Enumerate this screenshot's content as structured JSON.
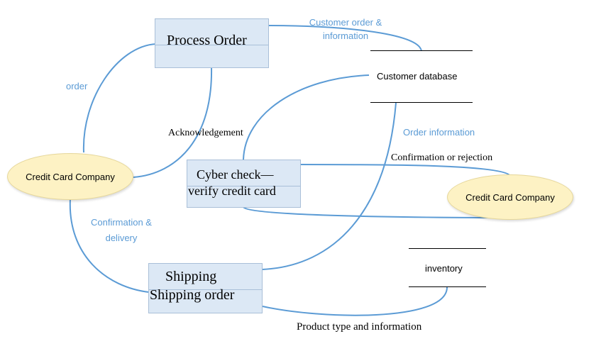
{
  "colors": {
    "process_fill": "#dce8f5",
    "process_border": "#a9bfd8",
    "entity_fill": "#fdf2c4",
    "connector": "#5b9bd5",
    "blue_label": "#5b9bd5"
  },
  "processes": {
    "process_order": "Process Order",
    "cyber_check_line1": "Cyber check—",
    "cyber_check_line2": "verify credit card",
    "shipping_line1": "Shipping",
    "shipping_line2": "Shipping order"
  },
  "entities": {
    "left": "Credit Card Company",
    "right": "Credit Card Company"
  },
  "stores": {
    "customer_database": "Customer database",
    "inventory": "inventory"
  },
  "flows": {
    "customer_order_info_line1": "Customer order &",
    "customer_order_info_line2": "information",
    "order": "order",
    "acknowledgement": "Acknowledgement",
    "order_information": "Order information",
    "confirmation_or_rejection": "Confirmation or rejection",
    "confirmation_delivery_line1": "Confirmation &",
    "confirmation_delivery_line2": "delivery",
    "product_type_info": "Product type and information"
  }
}
